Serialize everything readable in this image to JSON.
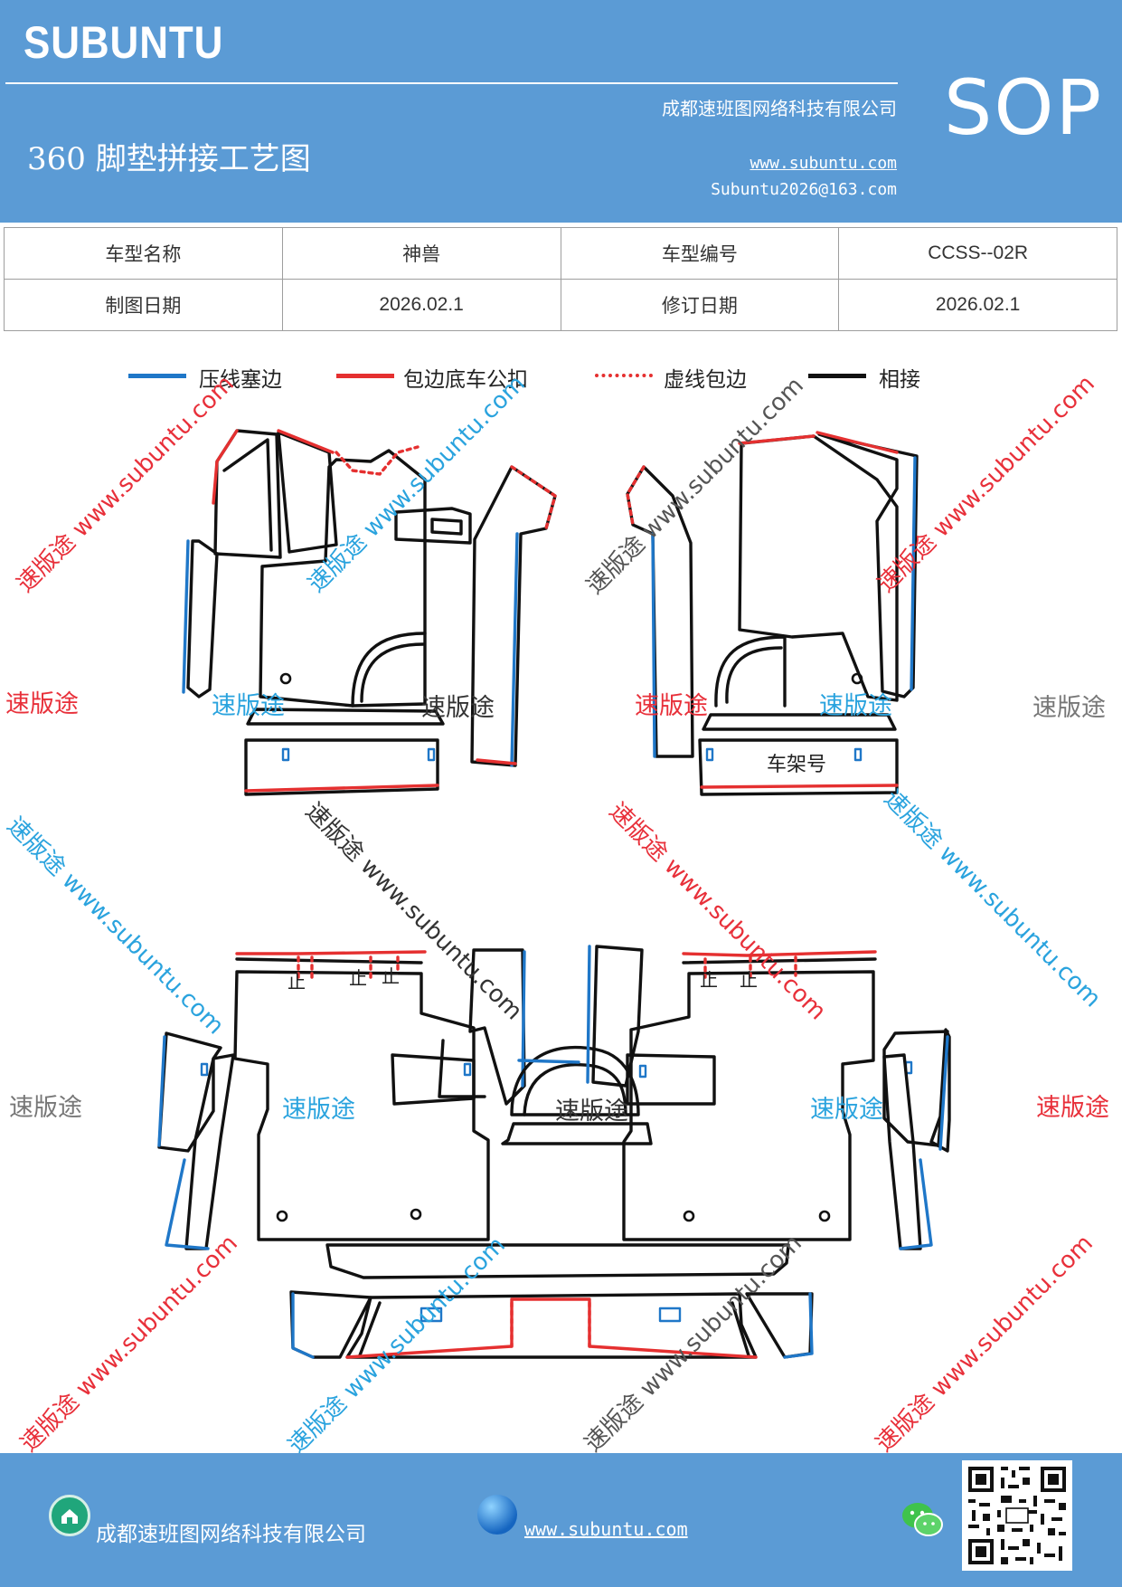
{
  "header": {
    "brand": "SUBUNTU",
    "company": "成都速班图网络科技有限公司",
    "title": "360 脚垫拼接工艺图",
    "website": "www.subuntu.com",
    "email": "Subuntu2026@163.com",
    "sop": "SOP"
  },
  "info_table": {
    "rows": [
      [
        "车型名称",
        "神兽",
        "车型编号",
        "CCSS--02R"
      ],
      [
        "制图日期",
        "2026.02.1",
        "修订日期",
        "2026.02.1"
      ]
    ]
  },
  "legend": [
    {
      "label": "压线塞边",
      "color": "#1f77c8",
      "style": "solid"
    },
    {
      "label": "包边底车公扣",
      "color": "#e53030",
      "style": "solid"
    },
    {
      "label": "虚线包边",
      "color": "#e53030",
      "style": "dotted"
    },
    {
      "label": "相接",
      "color": "#111111",
      "style": "solid"
    }
  ],
  "drawing": {
    "frame_label": "车架号",
    "buckle_label": "止"
  },
  "watermark": {
    "brand_cn": "速版途",
    "diag_text": "速版途 www.subuntu.com",
    "colors": {
      "red": "#e8303a",
      "blue": "#2aa3de",
      "gray": "#777777",
      "dark": "#333333"
    }
  },
  "footer": {
    "company": "成都速班图网络科技有限公司",
    "website": "www.subuntu.com "
  },
  "colors": {
    "header_bg": "#5b9bd5",
    "blue_edge": "#1f77c8",
    "red_edge": "#e53030",
    "black_edge": "#111111"
  }
}
